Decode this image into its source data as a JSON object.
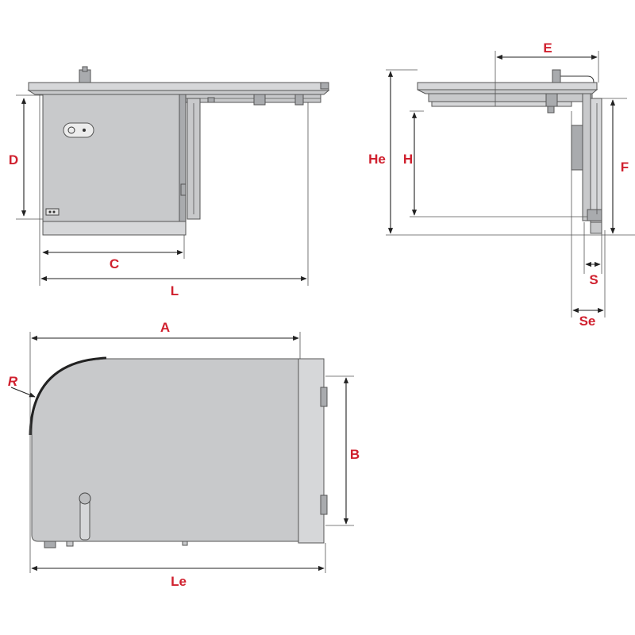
{
  "accent_color": "#d0202e",
  "dimension_labels": {
    "D": "D",
    "C": "C",
    "L": "L",
    "E": "E",
    "He": "He",
    "H": "H",
    "F": "F",
    "S": "S",
    "Se": "Se",
    "A": "A",
    "R": "R",
    "B": "B",
    "Le": "Le"
  }
}
